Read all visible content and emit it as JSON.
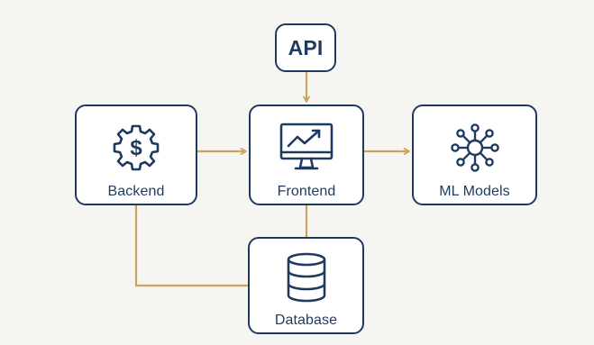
{
  "diagram": {
    "nodes": {
      "api": {
        "label": "API",
        "icon": "none"
      },
      "backend": {
        "label": "Backend",
        "icon": "dollar-gear-icon"
      },
      "frontend": {
        "label": "Frontend",
        "icon": "monitor-trend-chart-icon"
      },
      "ml_models": {
        "label": "ML Models",
        "icon": "network-hub-icon"
      },
      "database": {
        "label": "Database",
        "icon": "database-cylinder-icon"
      }
    },
    "connections": [
      {
        "from": "API",
        "to": "Frontend",
        "arrow": true
      },
      {
        "from": "Backend",
        "to": "Frontend",
        "arrow": true
      },
      {
        "from": "Frontend",
        "to": "ML Models",
        "arrow": true
      },
      {
        "from": "Frontend",
        "to": "Database",
        "arrow": false
      },
      {
        "from": "Backend",
        "to": "Database",
        "arrow": false
      }
    ]
  },
  "colors": {
    "background": "#f6f5f2",
    "node_border": "#1f3a5f",
    "node_fill": "#ffffff",
    "connector": "#c9a45c",
    "text": "#1f3a5f"
  }
}
